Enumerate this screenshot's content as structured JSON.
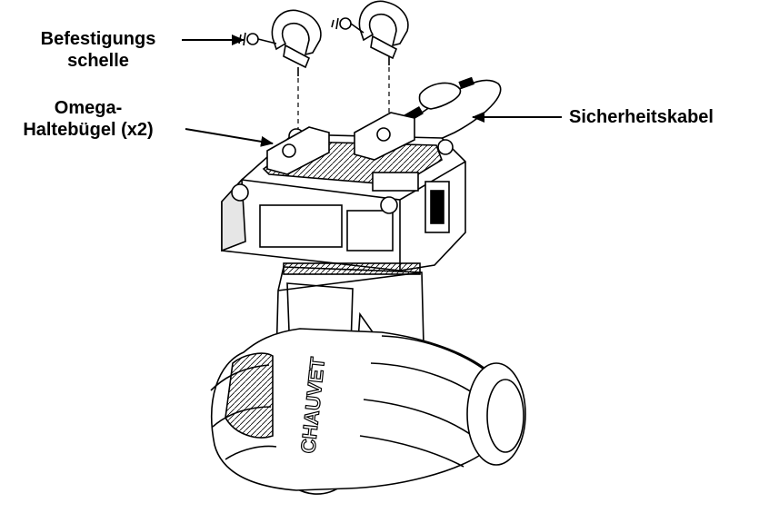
{
  "callouts": {
    "clamp": {
      "line1": "Befestigungs",
      "line2": "schelle"
    },
    "omega": {
      "line1": "Omega-",
      "line2": "Haltebügel (x2)"
    },
    "cable": {
      "text": "Sicherheitskabel"
    }
  },
  "fixture": {
    "brand": "CHAUVET"
  },
  "colors": {
    "line": "#000000",
    "fill": "#ffffff",
    "shade": "#e6e6e6"
  }
}
